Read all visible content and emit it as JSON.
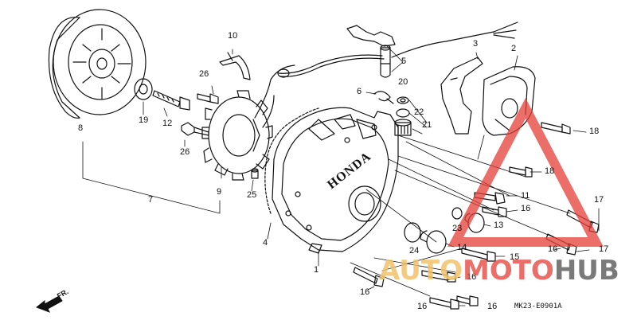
{
  "diagram": {
    "labels": {
      "p1": "1",
      "p2": "2",
      "p3": "3",
      "p4": "4",
      "p5": "5",
      "p6": "6",
      "p7": "7",
      "p8": "8",
      "p9": "9",
      "p10": "10",
      "p11": "11",
      "p12": "12",
      "p13": "13",
      "p14": "14",
      "p15": "15",
      "p16a": "16",
      "p16b": "16",
      "p16c": "16",
      "p16d": "16",
      "p16e": "16",
      "p16f": "16",
      "p17a": "17",
      "p17b": "17",
      "p18a": "18",
      "p18b": "18",
      "p19": "19",
      "p20": "20",
      "p21": "21",
      "p22": "22",
      "p23": "23",
      "p24": "24",
      "p25": "25",
      "p26a": "26",
      "p26b": "26"
    },
    "cover_brand": "HONDA",
    "direction_label": "FR.",
    "drawing_code": "MK23-E0901A"
  },
  "watermark": {
    "part1": "AUTO",
    "part2": "MOTO",
    "part3": "HUB",
    "colors": {
      "auto": "#f2c36a",
      "moto": "#e53e36",
      "hub": "#5a5a5a",
      "triangle": "#e53e36"
    }
  }
}
